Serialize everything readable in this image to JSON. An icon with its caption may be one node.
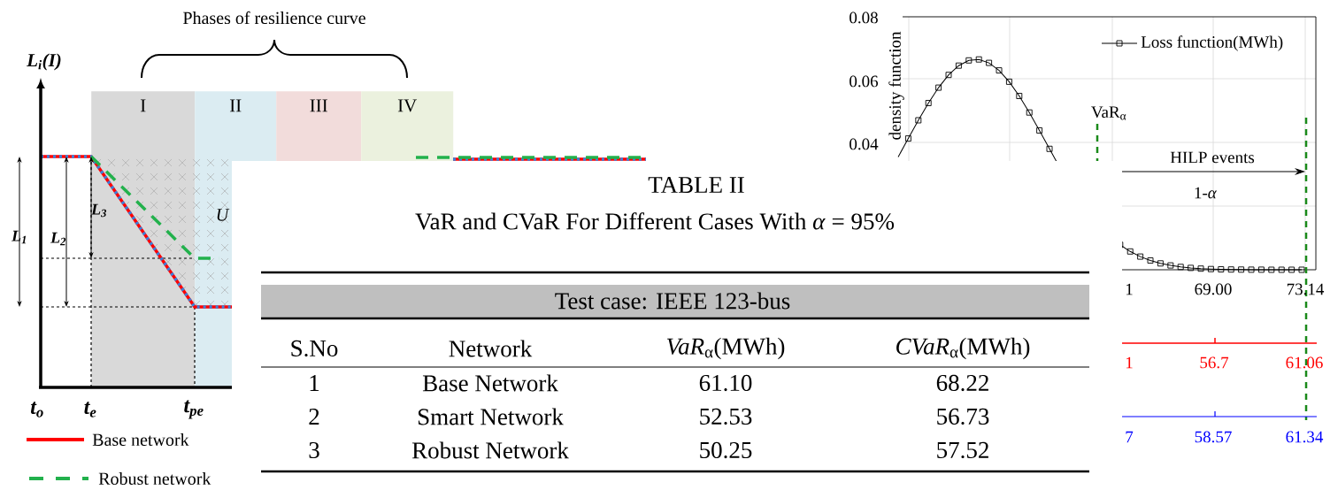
{
  "diagram": {
    "nodes": [
      {
        "text": [
          "I"
        ]
      },
      {
        "text": [
          "II"
        ]
      },
      {
        "text": [
          "III"
        ]
      },
      {
        "text": [
          "IV"
        ]
      }
    ],
    "edges": [],
    "labels": [
      "Phases of resilience curve",
      "L$_{i}$(I)",
      "0.08",
      "density function",
      "0.06",
      "0.04",
      "VaR$_{α}$",
      "HILP events",
      "1-*α*",
      "L$_{3}$",
      "U",
      "L$_{1}$",
      "L$_{2}$",
      "1",
      "69.00",
      "73.14",
      "1",
      "56.7",
      "61.06",
      "t$_{o}$",
      "t$_{e}$",
      "t$_{pe}$",
      "7",
      "58.57",
      "61.34",
      "TABLE II",
      "VaR and CVaR For Different Cases With *α* = 95%",
      "Test case: IEEE 123-bus",
      "S.No",
      "Network",
      "*VaR*$_{α}$(MWh)",
      "*CVaR*$_{α}$(MWh)",
      "1",
      "Base Network",
      "61.10",
      "68.22",
      "2",
      "Smart Network",
      "52.53",
      "56.73",
      "3",
      "Robust Network",
      "50.25",
      "57.52"
    ],
    "legend": [
      {
        "text": "Base network"
      },
      {
        "text": "Robust network"
      },
      {
        "text": "Loss function(MWh)"
      }
    ]
  }
}
